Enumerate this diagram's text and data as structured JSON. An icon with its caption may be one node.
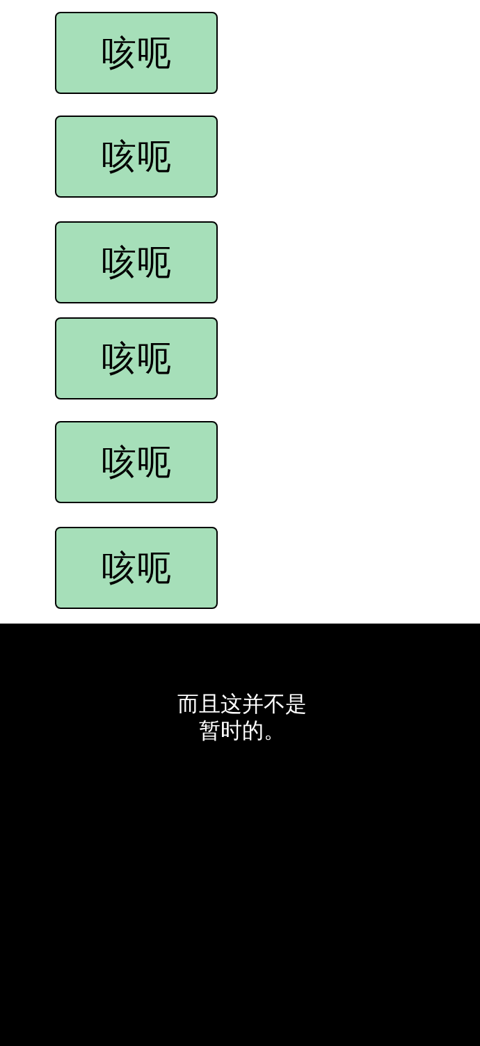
{
  "diagram": {
    "nodes": [
      {
        "text": [
          "咳呃"
        ]
      },
      {
        "text": [
          "咳呃"
        ]
      },
      {
        "text": [
          "咳呃"
        ]
      },
      {
        "text": [
          "咳呃"
        ]
      },
      {
        "text": [
          "咳呃"
        ]
      },
      {
        "text": [
          "咳呃"
        ]
      },
      {
        "text": [
          "而且这并不是暂时的。"
        ]
      }
    ]
  }
}
